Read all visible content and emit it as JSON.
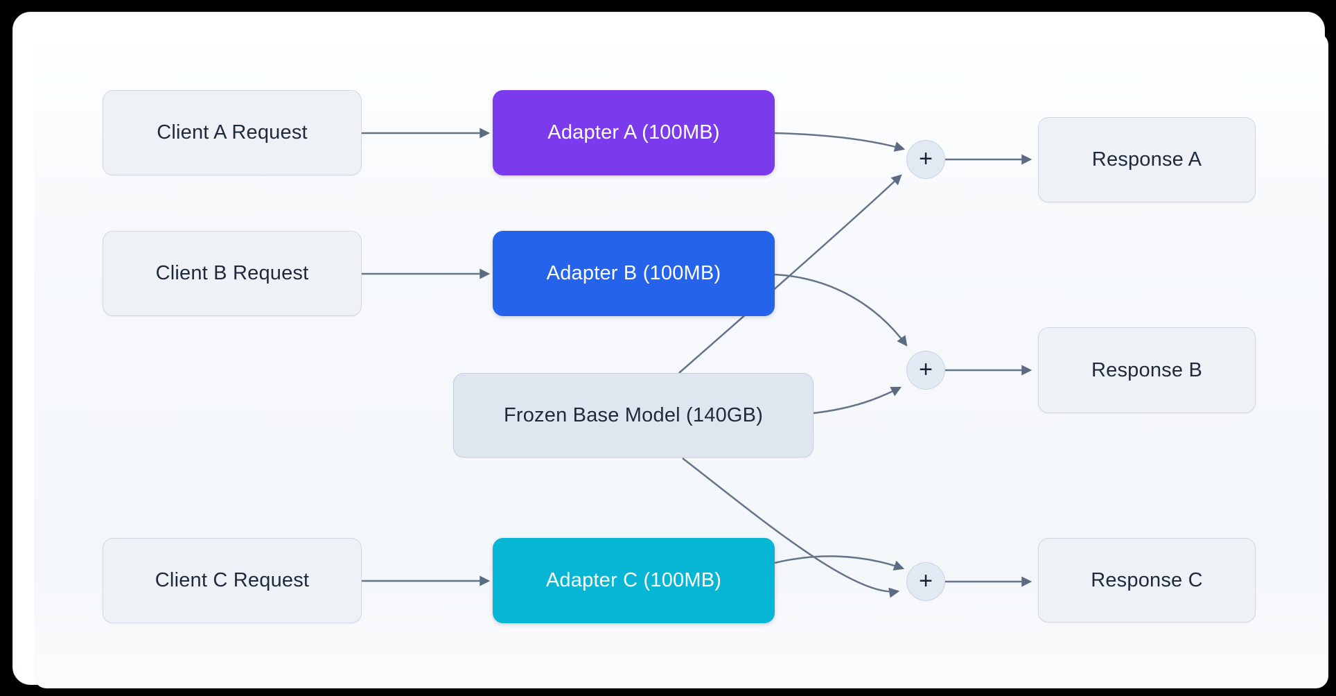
{
  "diagram": {
    "nodes": {
      "client_a": {
        "label": "Client A Request"
      },
      "client_b": {
        "label": "Client B Request"
      },
      "client_c": {
        "label": "Client C Request"
      },
      "adapter_a": {
        "label": "Adapter A (100MB)",
        "color": "#7c3aed"
      },
      "adapter_b": {
        "label": "Adapter B (100MB)",
        "color": "#2563eb"
      },
      "adapter_c": {
        "label": "Adapter C (100MB)",
        "color": "#06b6d4"
      },
      "frozen_base": {
        "label": "Frozen Base Model (140GB)"
      },
      "merge_a": {
        "label": "+"
      },
      "merge_b": {
        "label": "+"
      },
      "merge_c": {
        "label": "+"
      },
      "response_a": {
        "label": "Response A"
      },
      "response_b": {
        "label": "Response B"
      },
      "response_c": {
        "label": "Response C"
      }
    },
    "edges": [
      {
        "from": "client_a",
        "to": "adapter_a"
      },
      {
        "from": "client_b",
        "to": "adapter_b"
      },
      {
        "from": "client_c",
        "to": "adapter_c"
      },
      {
        "from": "adapter_a",
        "to": "merge_a"
      },
      {
        "from": "adapter_b",
        "to": "merge_b"
      },
      {
        "from": "adapter_c",
        "to": "merge_c"
      },
      {
        "from": "frozen_base",
        "to": "merge_a"
      },
      {
        "from": "frozen_base",
        "to": "merge_b"
      },
      {
        "from": "frozen_base",
        "to": "merge_c"
      },
      {
        "from": "merge_a",
        "to": "response_a"
      },
      {
        "from": "merge_b",
        "to": "response_b"
      },
      {
        "from": "merge_c",
        "to": "response_c"
      }
    ],
    "colors": {
      "arrow": "#64748b",
      "light_node_fill": "#eef1f6",
      "frozen_node_fill": "#dfe6ef",
      "merge_fill": "#e3e9f2",
      "text_dark": "#1e293b",
      "adapter_a": "#7c3aed",
      "adapter_b": "#2563eb",
      "adapter_c": "#06b6d4"
    }
  }
}
